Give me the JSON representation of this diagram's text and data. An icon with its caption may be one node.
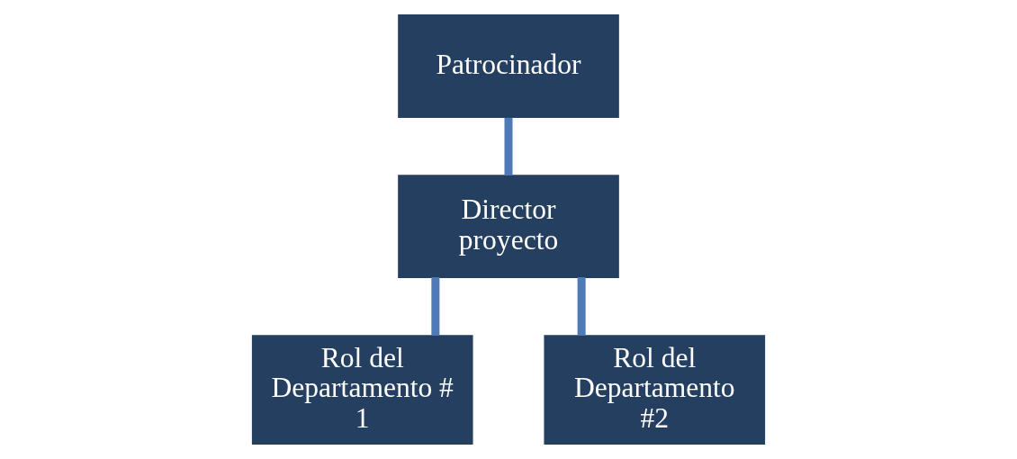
{
  "diagram": {
    "nodes": [
      {
        "text": [
          "Patrocinador"
        ]
      },
      {
        "text": [
          "Director proyecto"
        ]
      },
      {
        "text": [
          "Rol del Departamento # 1"
        ]
      },
      {
        "text": [
          "Rol del Departamento #2"
        ]
      }
    ],
    "edges": [
      {
        "from": 0,
        "to": 1,
        "arrow": "none"
      },
      {
        "from": 1,
        "to": 2,
        "arrow": "none"
      },
      {
        "from": 1,
        "to": 3,
        "arrow": "none"
      }
    ]
  }
}
